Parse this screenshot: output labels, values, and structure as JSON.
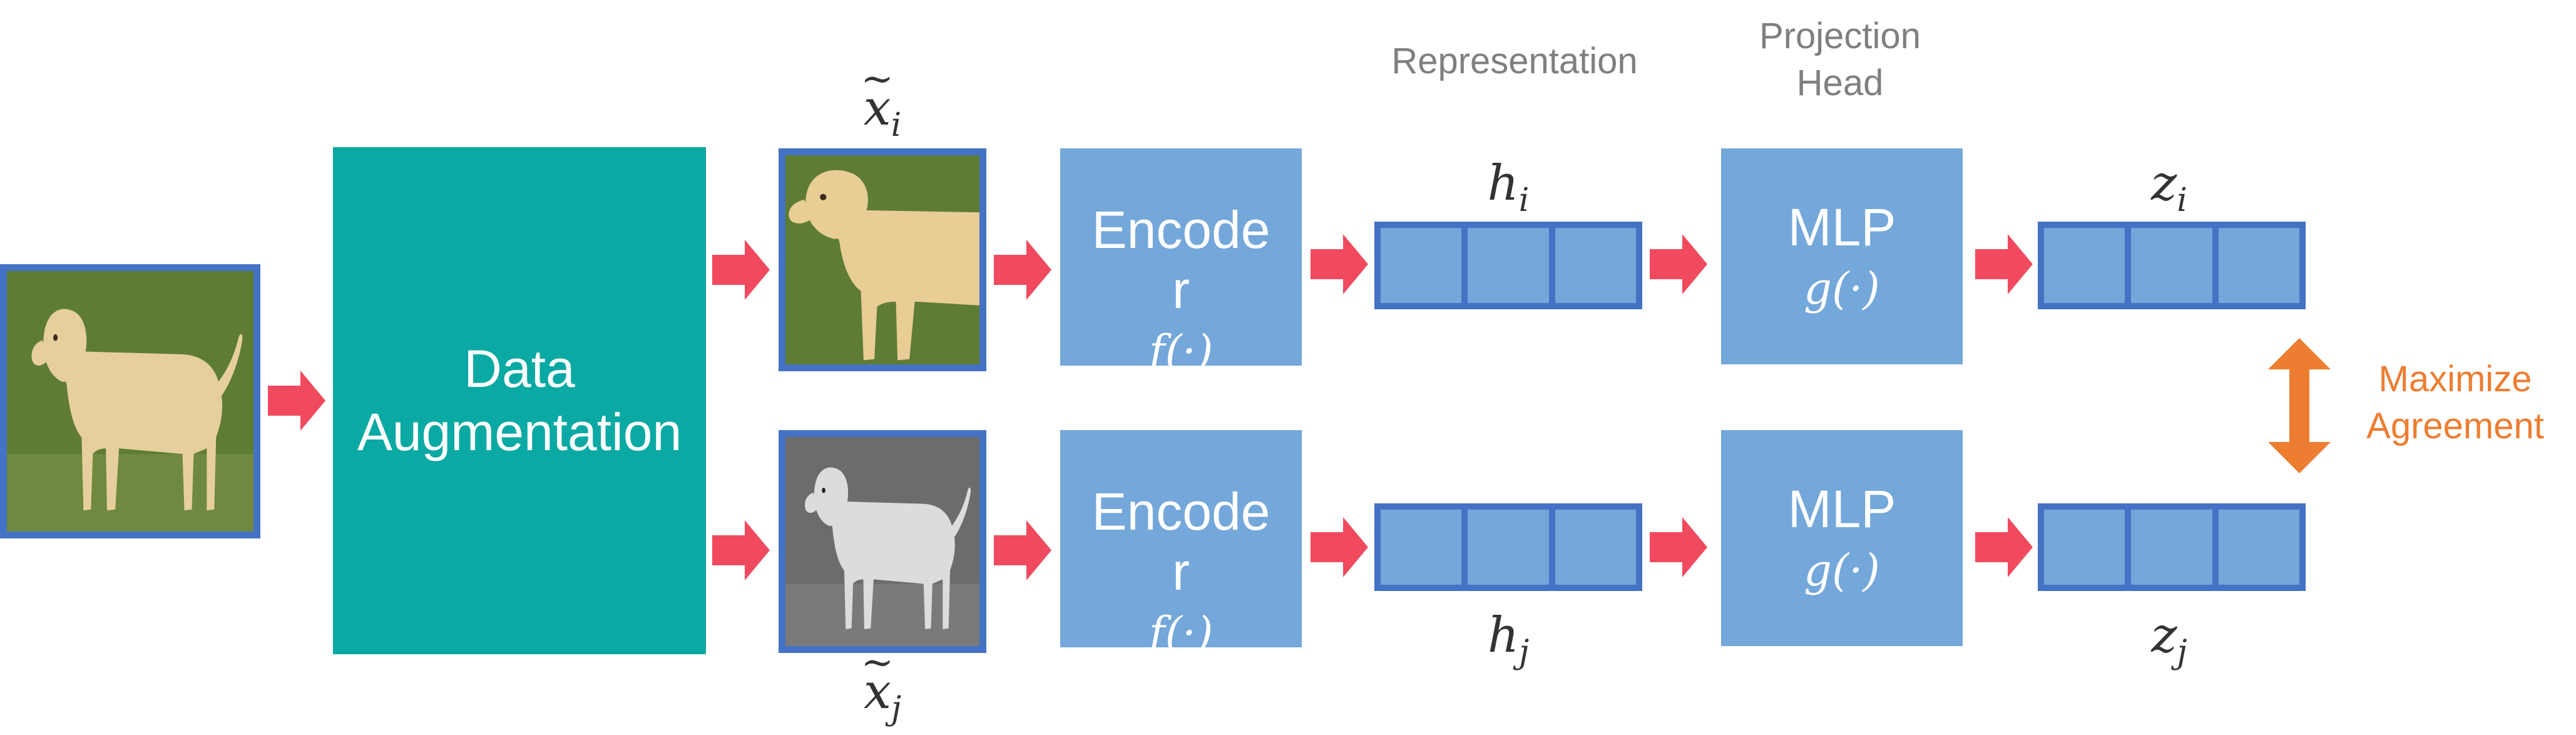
{
  "colors": {
    "arrow": "#f14a5e",
    "teal": "#0aa9a3",
    "block": "#74a7da",
    "border": "#4472c4",
    "agreement": "#ed7d31",
    "caption": "#7f7f7f"
  },
  "images": {
    "input": "dog-color-image",
    "view_i": "dog-color-crop-image",
    "view_j": "dog-grayscale-image"
  },
  "augmentation": {
    "label_line1": "Data",
    "label_line2": "Augmentation"
  },
  "views": {
    "x_i": {
      "base": "x",
      "sub": "i"
    },
    "x_j": {
      "base": "x",
      "sub": "j"
    }
  },
  "encoder": {
    "label_line1": "Encode",
    "label_line2": "r",
    "function": "f(·)"
  },
  "representation": {
    "caption": "Representation",
    "h_i": {
      "base": "h",
      "sub": "i"
    },
    "h_j": {
      "base": "h",
      "sub": "j"
    }
  },
  "projection": {
    "caption_line1": "Projection",
    "caption_line2": "Head",
    "label": "MLP",
    "function": "g(·)"
  },
  "outputs": {
    "z_i": {
      "base": "z",
      "sub": "i"
    },
    "z_j": {
      "base": "z",
      "sub": "j"
    }
  },
  "agreement": {
    "line1": "Maximize",
    "line2": "Agreement"
  }
}
